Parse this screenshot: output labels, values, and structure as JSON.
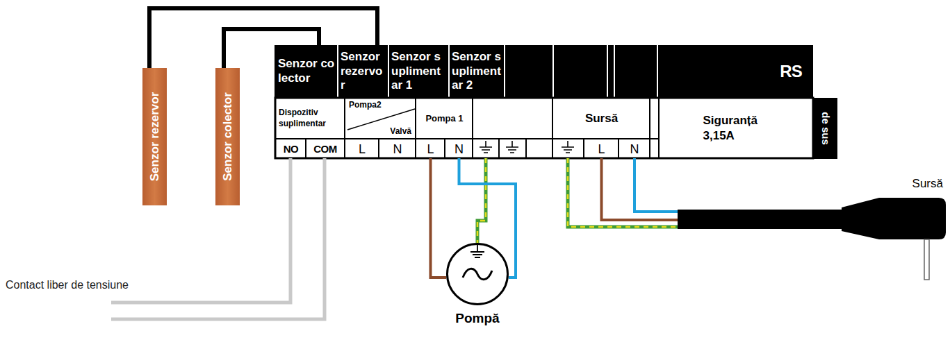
{
  "diagram": {
    "nodes": [
      {
        "text": [
          "Senzor colector"
        ]
      },
      {
        "text": [
          "Senzor rezervor"
        ]
      },
      {
        "text": [
          "Senzor suplimentar 1"
        ]
      },
      {
        "text": [
          "Senzor suplimentar 2"
        ]
      },
      {
        "text": [
          "RS"
        ]
      },
      {
        "text": [
          "de sus"
        ]
      },
      {
        "text": [
          "Dispozitiv suplimentar"
        ]
      },
      {
        "text": [
          "Pompa2",
          "Valvă"
        ]
      },
      {
        "text": [
          "Pompa 1"
        ]
      },
      {
        "text": [
          "Sursă"
        ]
      },
      {
        "text": [
          "Siguranță 3,15A"
        ]
      },
      {
        "text": [
          "NO"
        ]
      },
      {
        "text": [
          "COM"
        ]
      },
      {
        "text": [
          "L"
        ]
      },
      {
        "text": [
          "N"
        ]
      },
      {
        "text": [
          "L"
        ]
      },
      {
        "text": [
          "N"
        ]
      },
      {
        "text": [
          "L"
        ]
      },
      {
        "text": [
          "N"
        ]
      },
      {
        "text": [
          "Senzor rezervor"
        ]
      },
      {
        "text": [
          "Senzor colector"
        ]
      },
      {
        "text": [
          "Pompă"
        ]
      },
      {
        "text": [
          "Sursă"
        ]
      }
    ],
    "edges": [
      {
        "from": 19,
        "to": 1,
        "arrow": "none"
      },
      {
        "from": 20,
        "to": 0,
        "arrow": "none"
      },
      {
        "from": 15,
        "to": 21,
        "arrow": "none"
      },
      {
        "from": 16,
        "to": 21,
        "arrow": "none"
      },
      {
        "from": 17,
        "to": 22,
        "arrow": "none"
      },
      {
        "from": 18,
        "to": 22,
        "arrow": "none"
      }
    ],
    "labels": [
      "Contact liber de tensiune"
    ]
  }
}
